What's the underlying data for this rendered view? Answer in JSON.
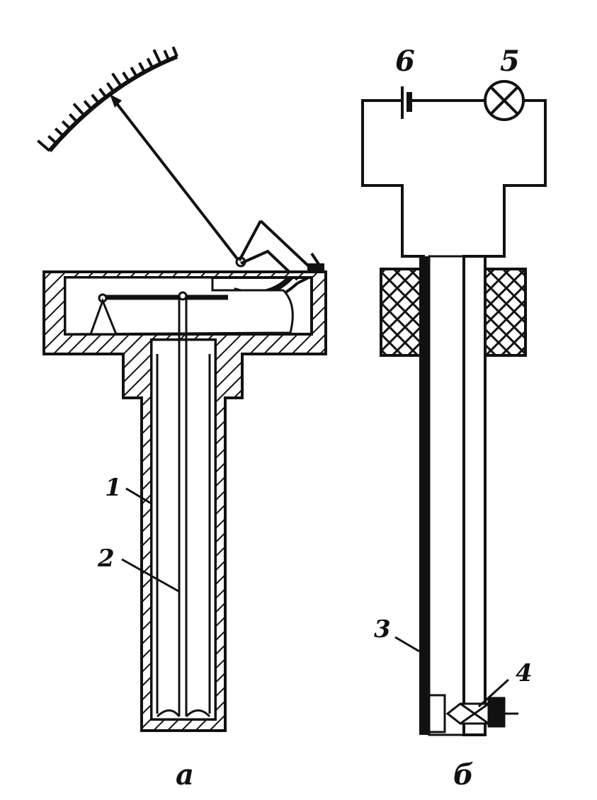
{
  "figure": {
    "panel_a": {
      "caption": "а",
      "callouts": [
        {
          "id": "1",
          "text": "1"
        },
        {
          "id": "2",
          "text": "2"
        }
      ]
    },
    "panel_b": {
      "caption": "б",
      "callouts": [
        {
          "id": "3",
          "text": "3"
        },
        {
          "id": "4",
          "text": "4"
        },
        {
          "id": "5",
          "text": "5"
        },
        {
          "id": "6",
          "text": "6"
        }
      ]
    },
    "colors": {
      "ink": "#111111",
      "paper": "#ffffff"
    }
  }
}
